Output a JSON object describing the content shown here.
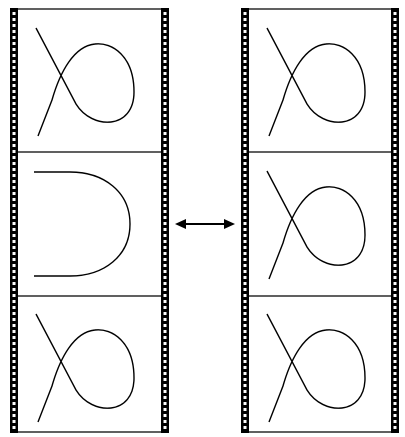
{
  "diagram": {
    "kind": "film-strip-equivalence",
    "left_strip": {
      "frames": [
        "loop",
        "cap",
        "loop"
      ]
    },
    "right_strip": {
      "frames": [
        "loop",
        "loop",
        "loop"
      ]
    },
    "relation": "double-headed-arrow",
    "colors": {
      "stroke": "#000000",
      "background": "#ffffff",
      "sprocket_fill": "#ffffff"
    }
  }
}
